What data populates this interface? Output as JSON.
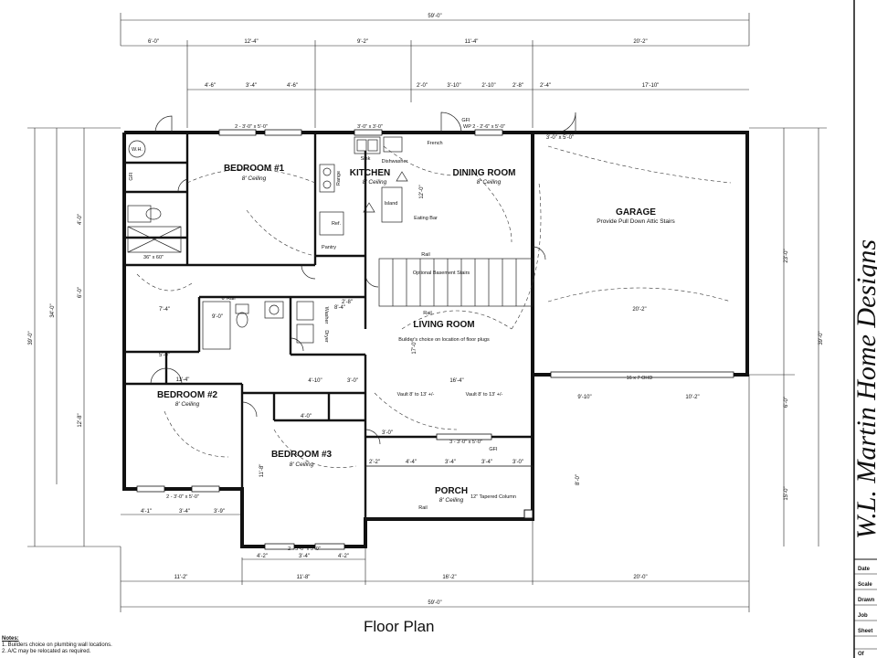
{
  "title": "Floor Plan",
  "overall_dims": {
    "total": "59'-0\"",
    "depth_left": "34'-0\"",
    "depth_outer": "39'-0\"",
    "depth_right": "39'-0\"",
    "garage_depth": "23'-0\""
  },
  "top_dims_row1": [
    "6'-0\"",
    "12'-4\"",
    "9'-2\"",
    "11'-4\"",
    "20'-2\""
  ],
  "top_dims_row2": [
    "4'-6\"",
    "3'-4\"",
    "4'-6\"",
    "2'-0\"",
    "3'-10\"",
    "2'-10\"",
    "2'-8\"",
    "2'-4\"",
    "17'-10\""
  ],
  "bottom_dims_row1": [
    "11'-2\"",
    "11'-8\"",
    "16'-2\"",
    "20'-0\""
  ],
  "bottom_total": "59'-0\"",
  "rooms": {
    "bedroom1": {
      "name": "BEDROOM #1",
      "ceiling": "8' Ceiling"
    },
    "kitchen": {
      "name": "KITCHEN",
      "ceiling": "8' Ceiling"
    },
    "dining": {
      "name": "DINING ROOM",
      "ceiling": "8' Ceiling"
    },
    "garage": {
      "name": "GARAGE",
      "ceiling": "Provide Pull Down Attic Stairs"
    },
    "living": {
      "name": "LIVING ROOM",
      "ceiling": ""
    },
    "bedroom2": {
      "name": "BEDROOM #2",
      "ceiling": "8' Ceiling"
    },
    "bedroom3": {
      "name": "BEDROOM #3",
      "ceiling": "8' Ceiling"
    },
    "porch": {
      "name": "PORCH",
      "ceiling": "8' Ceiling"
    }
  },
  "labels": {
    "wh": "W.H.",
    "gfi": "GFI",
    "sink": "Sink",
    "dishwasher": "Dishwasher",
    "range": "Range",
    "island": "Island",
    "ref": "Ref.",
    "pantry": "Pantry",
    "eating_bar": "Eating Bar",
    "french": "French",
    "rail": "Rail",
    "basement": "Optional Basement Stairs",
    "builder": "Builder's choice on location of floor plugs",
    "vault1": "Vault 8' to 13' +/-",
    "vault2": "Vault 8' to 13' +/-",
    "ohd": "16 x 7 OHD",
    "tapered": "12\" Tapered Column",
    "washer": "Washer",
    "dryer": "Dryer",
    "shower": "36\" x 60\"",
    "tub": "6' Rail",
    "window_b1": "2 - 3'-0\" x 5'-0\"",
    "window_k": "3'-0\" x 3'-0\"",
    "window_d": "WP 2 - 2'-6\" x 5'-0\"",
    "window_b2": "2 - 3'-0\" x 5'-0\"",
    "window_b3": "2 - 3'-0\" x 5'-0\"",
    "window_lr": "3 - 3'-0\" x 5'-0\"",
    "garage_door": "3'-0\" x 5'-0\"",
    "door_3": "3'-0\"",
    "wall_12": "12'-0\"",
    "dim_16_4": "16'-4\"",
    "dim_11_4": "11'-4\"",
    "dim_20_2": "20'-2\"",
    "dim_9_10": "9'-10\"",
    "dim_10_2": "10'-2\"",
    "dim_4_0": "4'-0\"",
    "dim_7_4": "7'-4\"",
    "dim_5_0": "5'-0\"",
    "dim_9_0": "9'-0\"",
    "dim_8_4": "8'-4\"",
    "dim_4_10": "4'-10\"",
    "dim_3_0": "3'-0\"",
    "dim_2_8": "2'-8\"",
    "dim_6_0": "6'-0\"",
    "dim_17_0": "17'-0\"",
    "dim_12_8": "12'-8\"",
    "dim_15_0": "15'-0\"",
    "dim_11_8": "11'-8\"",
    "dim_8_0": "8'-0\""
  },
  "porch_dims": [
    "2'-2\"",
    "4'-4\"",
    "3'-4\"",
    "3'-4\"",
    "3'-0\""
  ],
  "porch_side_dims": [
    "4'-1\"",
    "3'-4\"",
    "3'-9\""
  ],
  "b3_bottom_dims": [
    "4'-2\"",
    "3'-4\"",
    "4'-2\""
  ],
  "notes": {
    "heading": "Notes:",
    "items": [
      "1. Builders choice on plumbing wall locations.",
      "2. A/C may be relocated as required."
    ]
  },
  "title_block": {
    "labels": [
      "Date",
      "Scale",
      "Drawn",
      "Job",
      "Sheet",
      "Of"
    ],
    "logo": "W.L. Martin Home Designs"
  }
}
